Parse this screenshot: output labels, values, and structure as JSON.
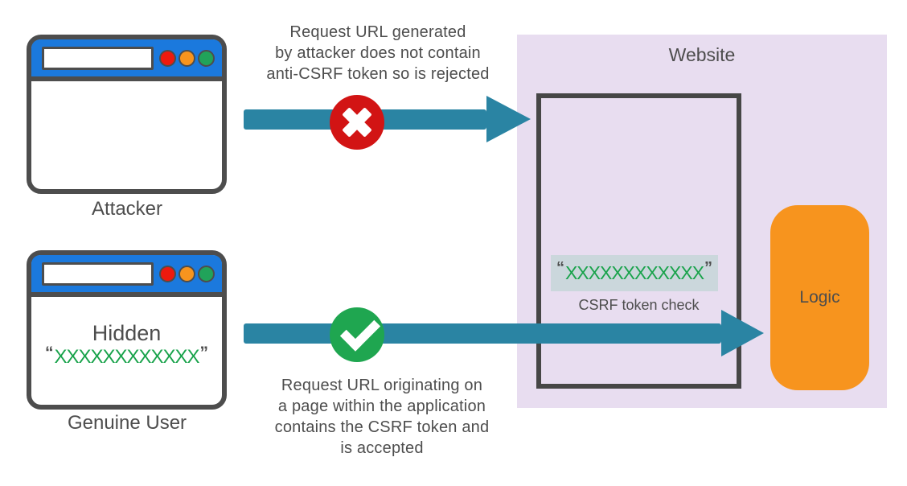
{
  "diagram": {
    "attacker": {
      "caption": "Attacker"
    },
    "genuine_user": {
      "caption": "Genuine User",
      "page_text": "Hidden",
      "token": {
        "open": "“",
        "value": "XXXXXXXXXXXX",
        "close": "”"
      }
    },
    "reject_note": {
      "lines": {
        "0": "Request URL generated",
        "1": "by attacker does not contain",
        "2": "anti-CSRF token so is rejected"
      }
    },
    "accept_note": {
      "lines": {
        "0": "Request URL originating on",
        "1": "a page within the application",
        "2": "contains the CSRF token and",
        "3": "is accepted"
      }
    },
    "website": {
      "title": "Website",
      "csrf_check": {
        "label": "CSRF token check",
        "token": {
          "open": "“",
          "value": "XXXXXXXXXXXX",
          "close": "”"
        }
      },
      "logic": {
        "label": "Logic"
      }
    },
    "colors": {
      "arrow_teal": "#2a84a3",
      "reject_red": "#d21414",
      "accept_green": "#1fa650",
      "token_green": "#1aa34c",
      "logic_orange": "#f7941e",
      "browser_blue": "#1b79dd",
      "website_lavender": "#e8ddf0",
      "token_chip": "#cbd7dc",
      "outline_gray": "#4d4d4d",
      "dot_red": "#ee1a0e",
      "dot_orange": "#f7941e",
      "dot_green": "#21a35a"
    }
  }
}
